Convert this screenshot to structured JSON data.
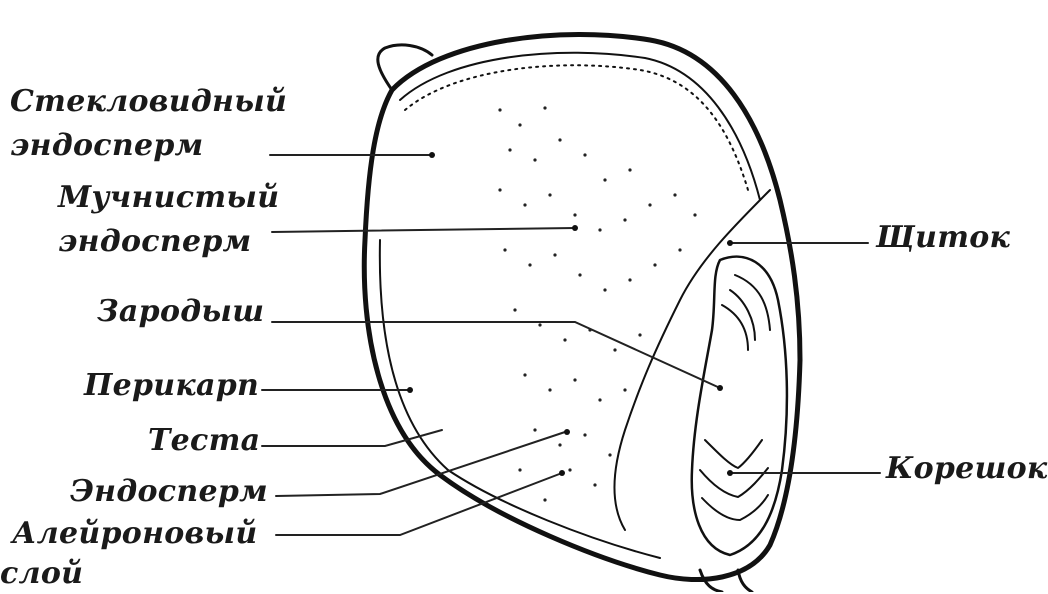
{
  "labels": {
    "steklo_1": "Стекловидный",
    "steklo_2": "эндосперм",
    "much_1": "Мучнистый",
    "much_2": "эндосперм",
    "zarodysh": "Зародыш",
    "perikarp": "Перикарп",
    "testa": "Теста",
    "endosperm": "Эндосперм",
    "aleyron_1": "Алейроновый",
    "aleyron_2": "слой",
    "shchitok": "Щиток",
    "koreshok": "Корешок"
  }
}
